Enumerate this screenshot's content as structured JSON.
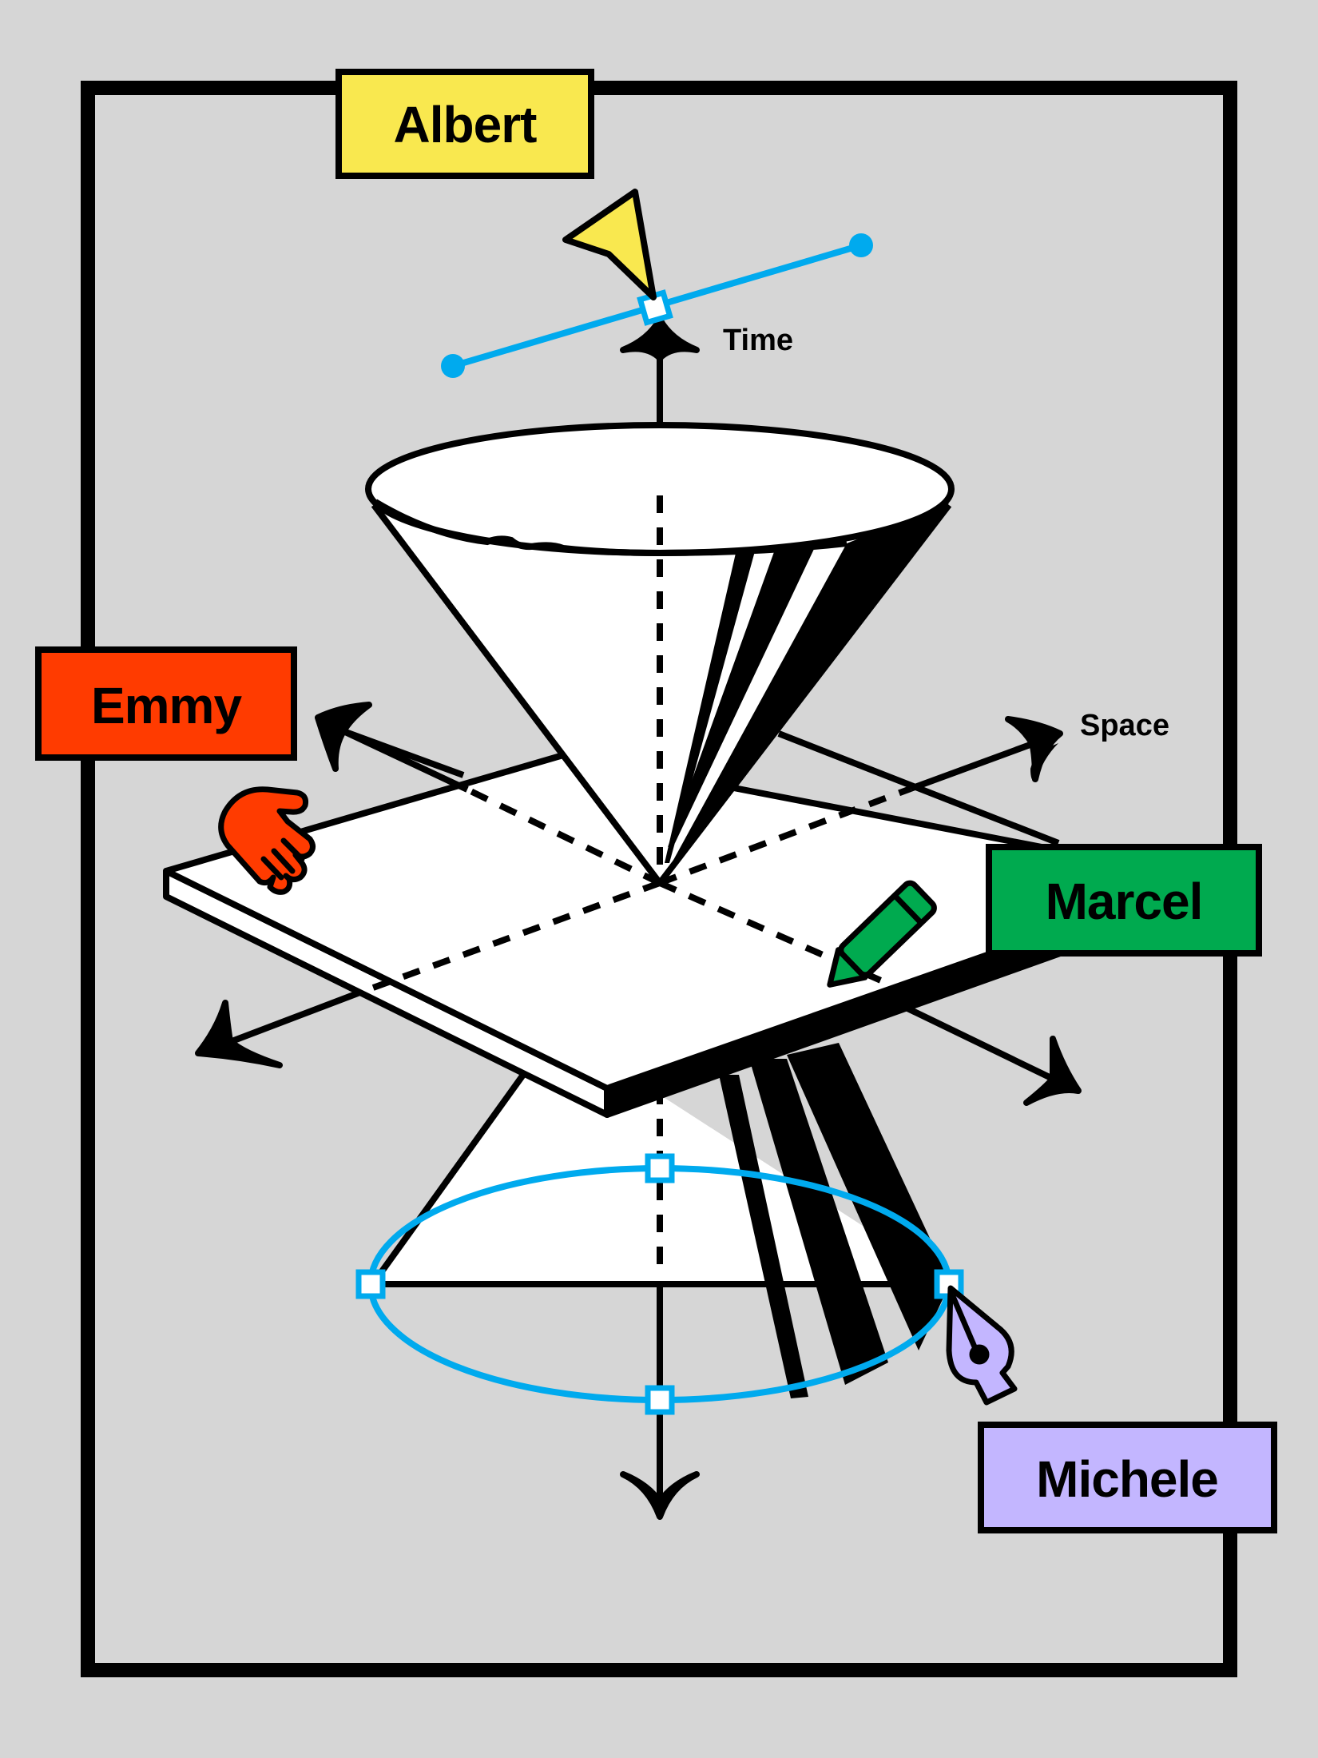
{
  "collaborators": [
    {
      "id": "albert",
      "name": "Albert",
      "color": "#f9e84f",
      "tool": "arrow-cursor-icon"
    },
    {
      "id": "emmy",
      "name": "Emmy",
      "color": "#ff3b00",
      "tool": "hand-icon"
    },
    {
      "id": "marcel",
      "name": "Marcel",
      "color": "#00aa4f",
      "tool": "pencil-icon"
    },
    {
      "id": "michele",
      "name": "Michele",
      "color": "#c3b6ff",
      "tool": "pen-nib-icon"
    }
  ],
  "axes": {
    "time_label": "Time",
    "space_label": "Space"
  },
  "colors": {
    "background": "#d6d6d6",
    "selection": "#00aaee",
    "ink": "#000000",
    "surface": "#ffffff"
  }
}
